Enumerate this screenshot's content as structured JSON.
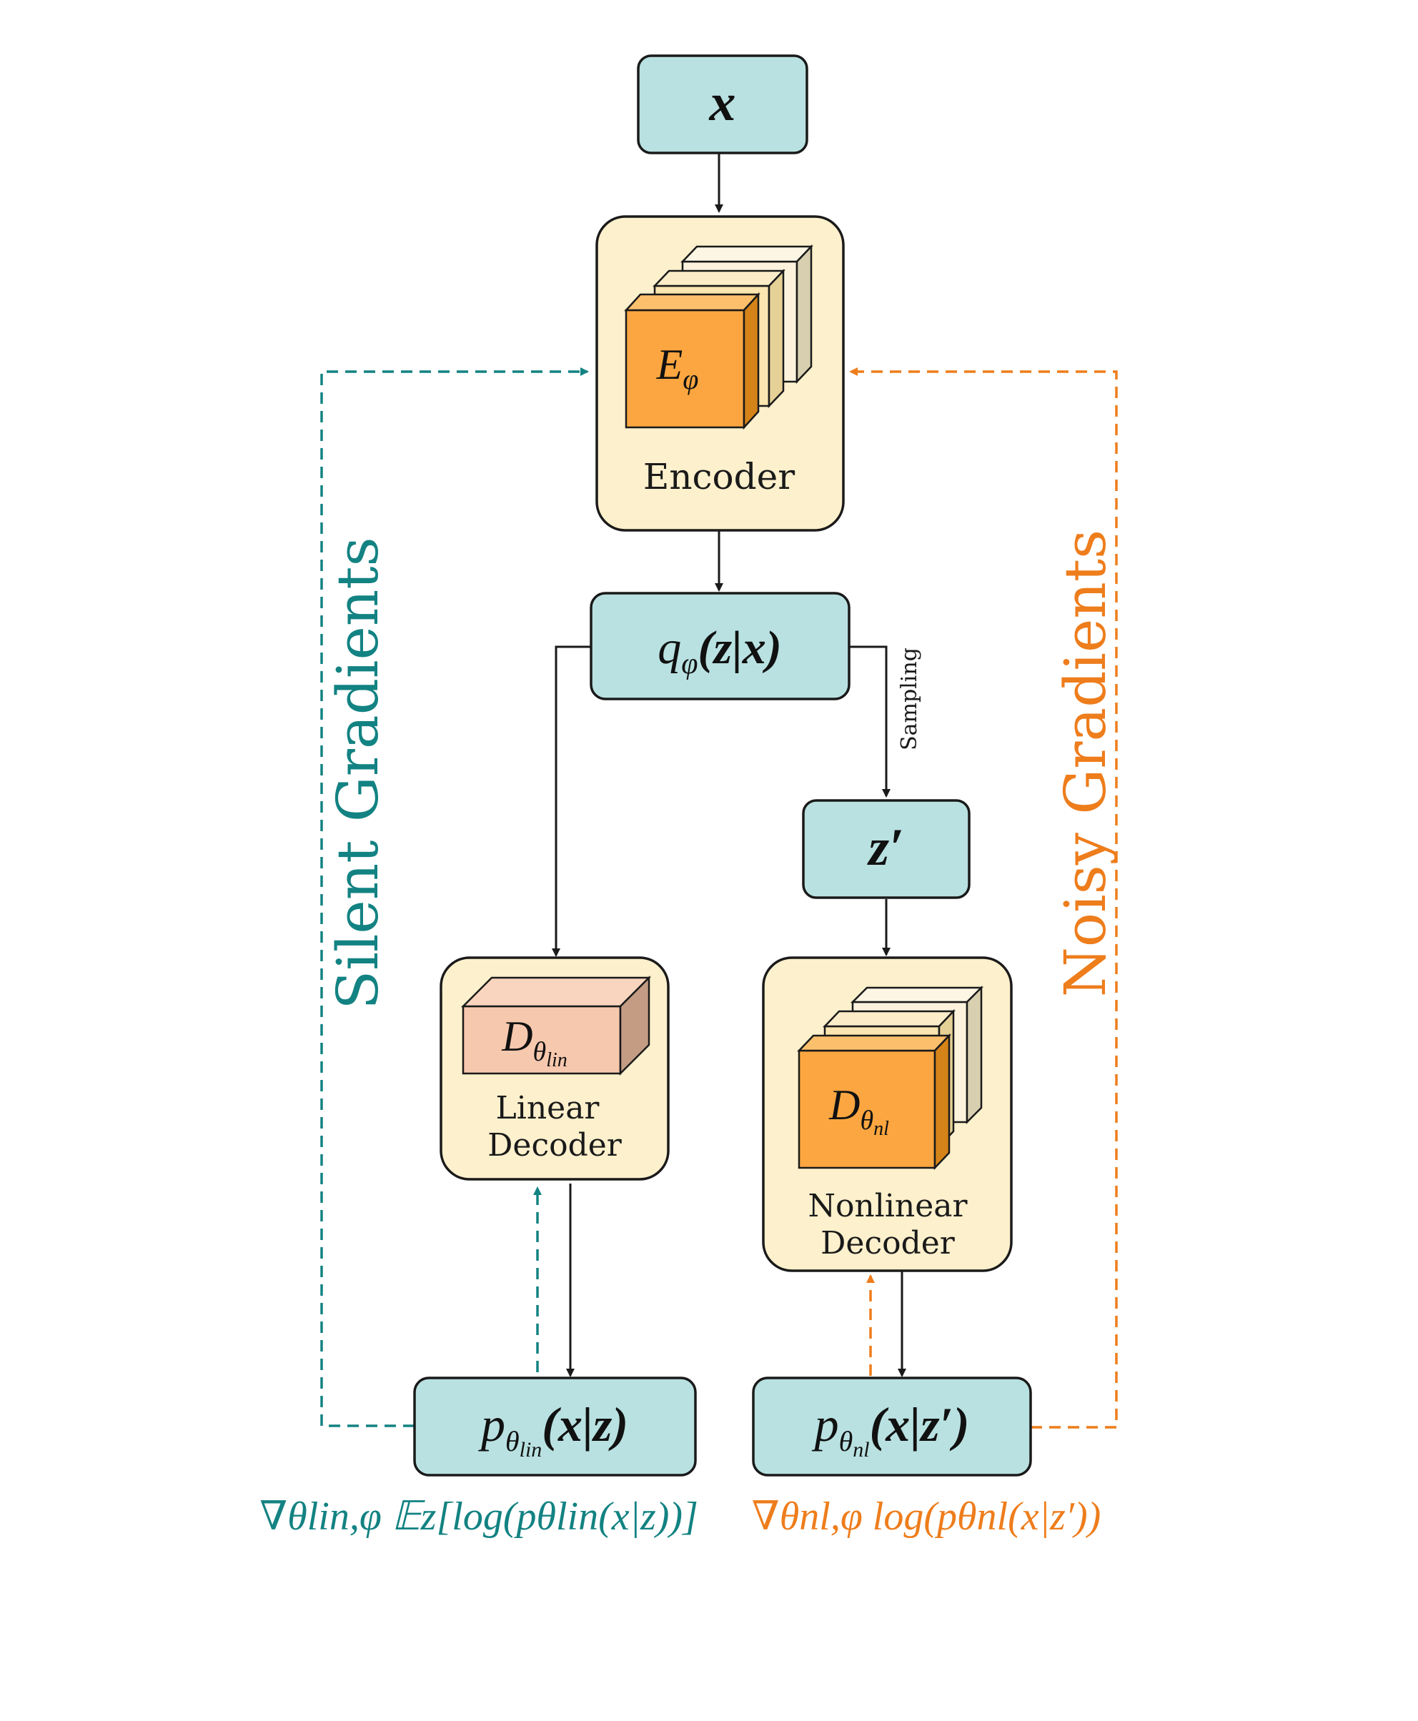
{
  "colors": {
    "teal_box": "#b9e1e1",
    "cream_box": "#fdf0cc",
    "orange_block": "#fba640",
    "salmon_block": "#f6c8ae",
    "teal_accent": "#138282",
    "orange_accent": "#ee7d1c",
    "stroke": "#1a1a1a"
  },
  "nodes": {
    "input_x": {
      "symbol": "x"
    },
    "encoder": {
      "symbol": "E",
      "subscript": "φ",
      "label": "Encoder"
    },
    "posterior": {
      "func": "q",
      "subscript": "φ",
      "args": "(z|x)"
    },
    "sample_z": {
      "symbol": "z′"
    },
    "linear_decoder": {
      "symbol": "D",
      "subscript": "θ",
      "subsubscript": "lin",
      "label_line1": "Linear",
      "label_line2": "Decoder"
    },
    "nonlinear_decoder": {
      "symbol": "D",
      "subscript": "θ",
      "subsubscript": "nl",
      "label_line1": "Nonlinear",
      "label_line2": "Decoder"
    },
    "likelihood_lin": {
      "func": "p",
      "subscript": "θ",
      "subsubscript": "lin",
      "args": "(x|z)"
    },
    "likelihood_nl": {
      "func": "p",
      "subscript": "θ",
      "subsubscript": "nl",
      "args": "(x|z′)"
    }
  },
  "edges": {
    "sampling_label": "Sampling"
  },
  "side_labels": {
    "silent": "Silent Gradients",
    "noisy": "Noisy Gradients"
  },
  "formulas": {
    "silent": "∇θlin,φ 𝔼z[log(pθlin(x|z))]",
    "noisy": "∇θnl,φ log(pθnl(x|z′))"
  }
}
